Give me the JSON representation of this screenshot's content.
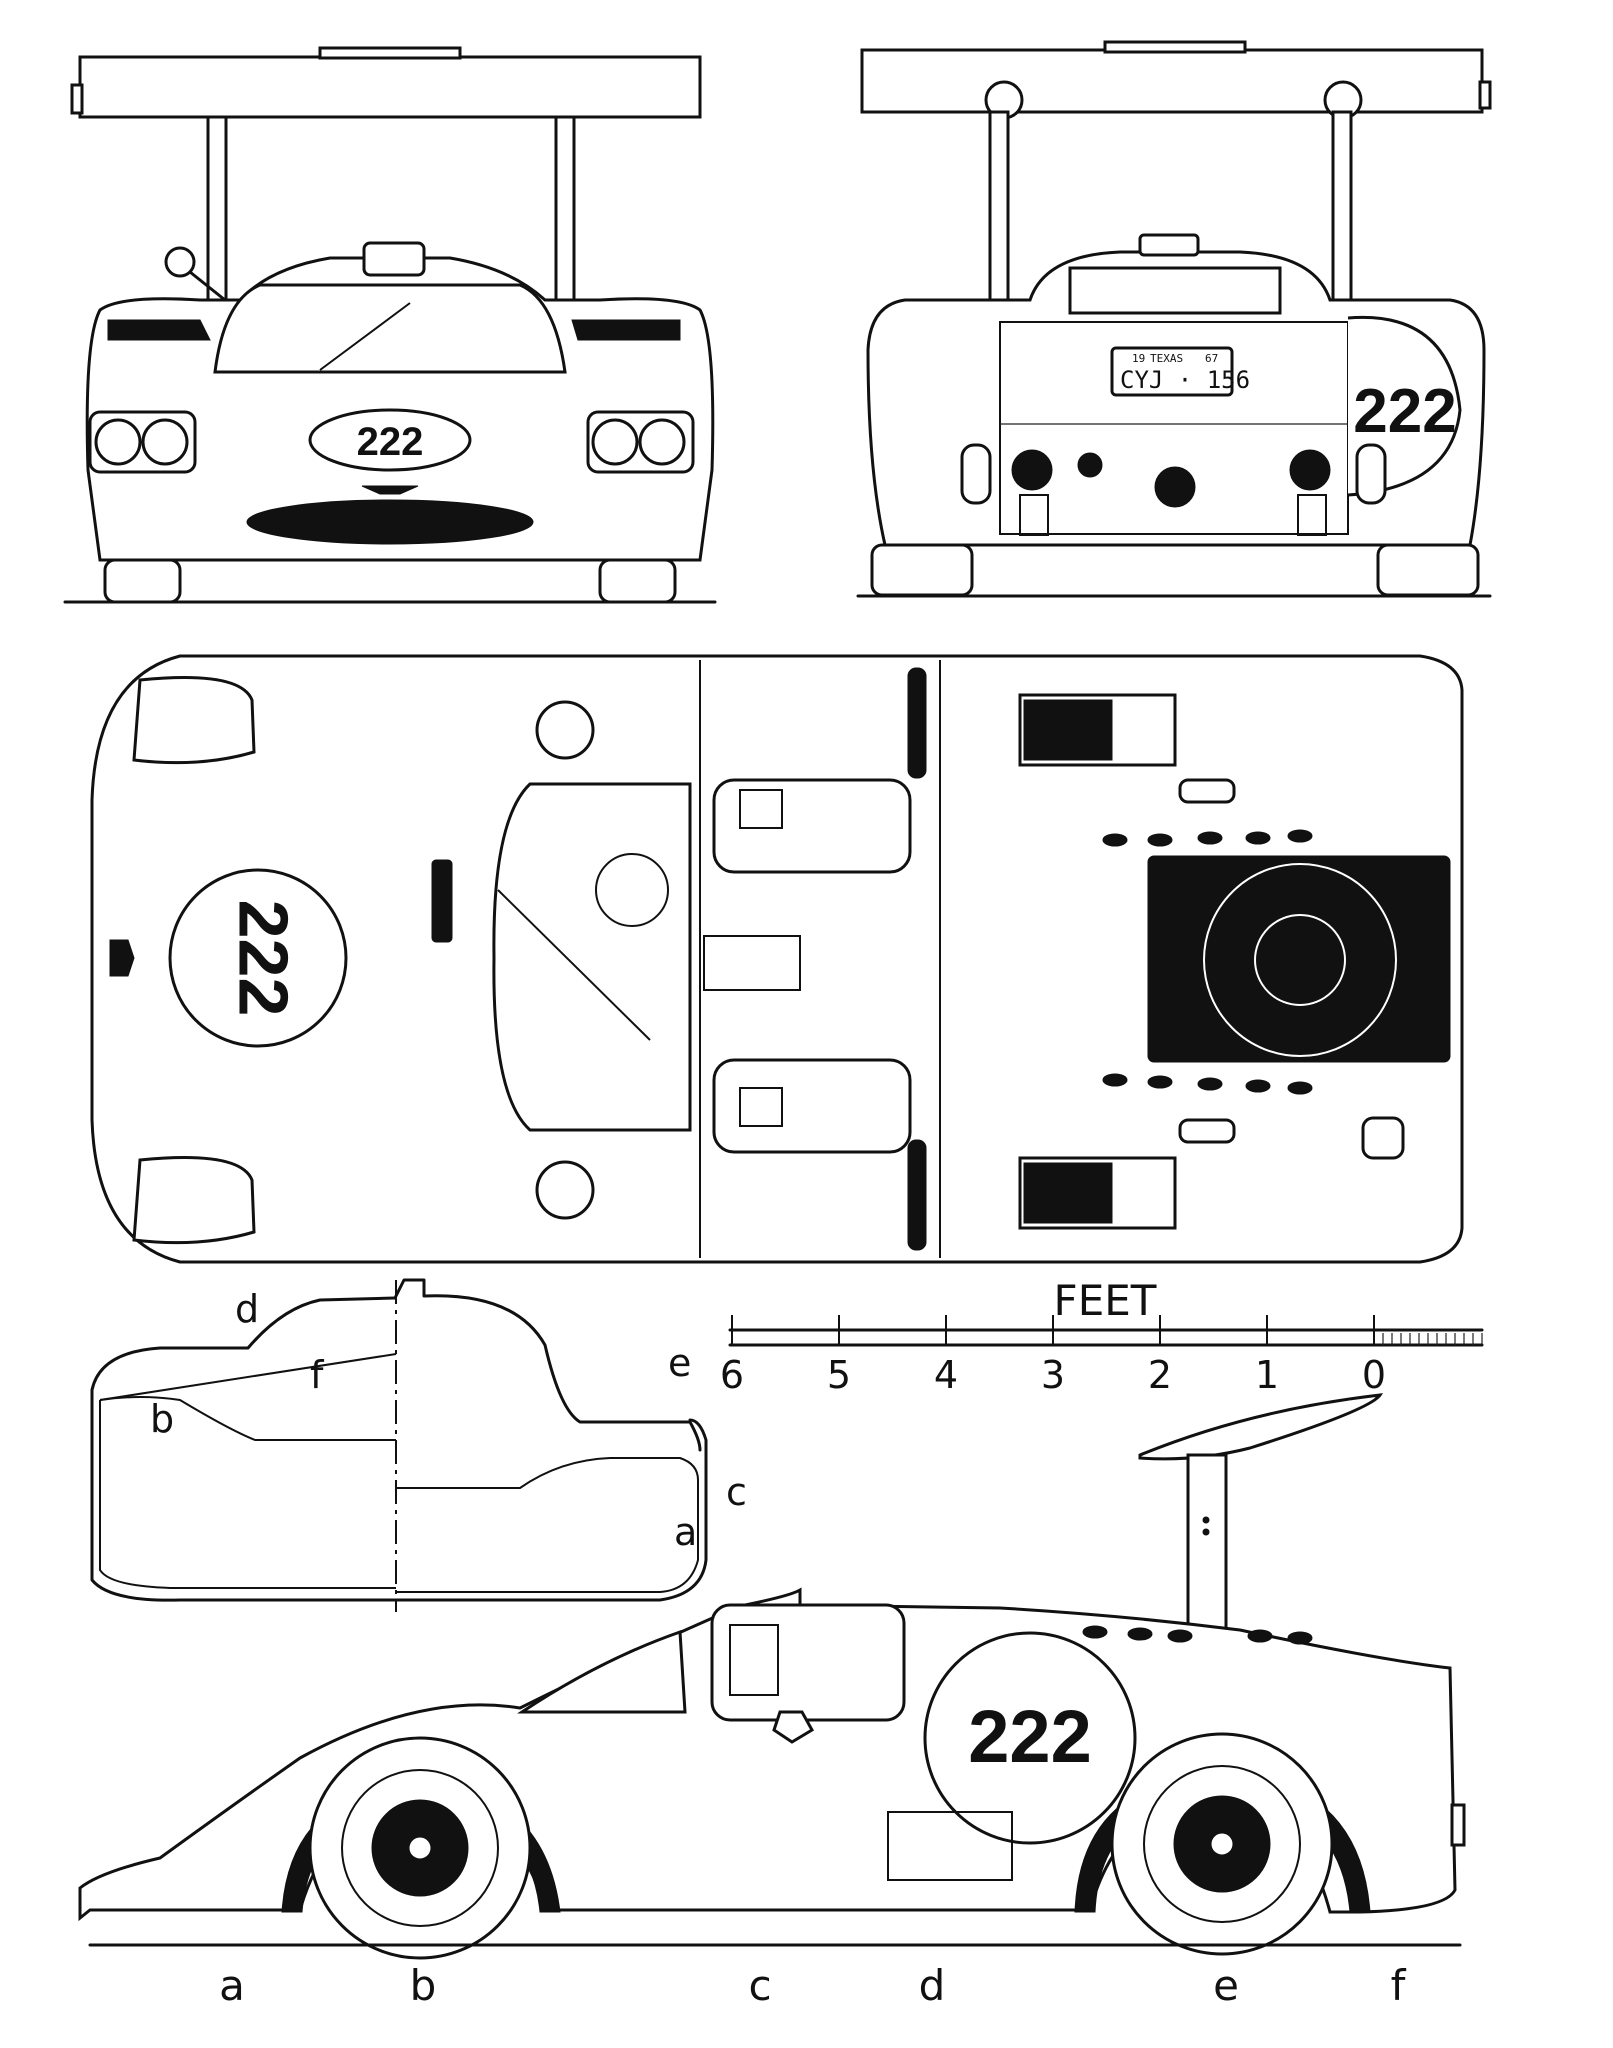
{
  "race_number": "222",
  "license_plate": {
    "year": "19",
    "state": "TEXAS",
    "year_suffix": "67",
    "number": "CYJ · 156"
  },
  "scale": {
    "unit_label": "FEET",
    "ticks": [
      "6",
      "5",
      "4",
      "3",
      "2",
      "1",
      "0"
    ]
  },
  "section_letters": [
    "a",
    "b",
    "c",
    "d",
    "e",
    "f"
  ],
  "profile_letters": {
    "a": "a",
    "b": "b",
    "c": "c",
    "d": "d",
    "e": "e",
    "f": "f"
  },
  "colors": {
    "ink": "#111111",
    "paper": "#ffffff"
  }
}
